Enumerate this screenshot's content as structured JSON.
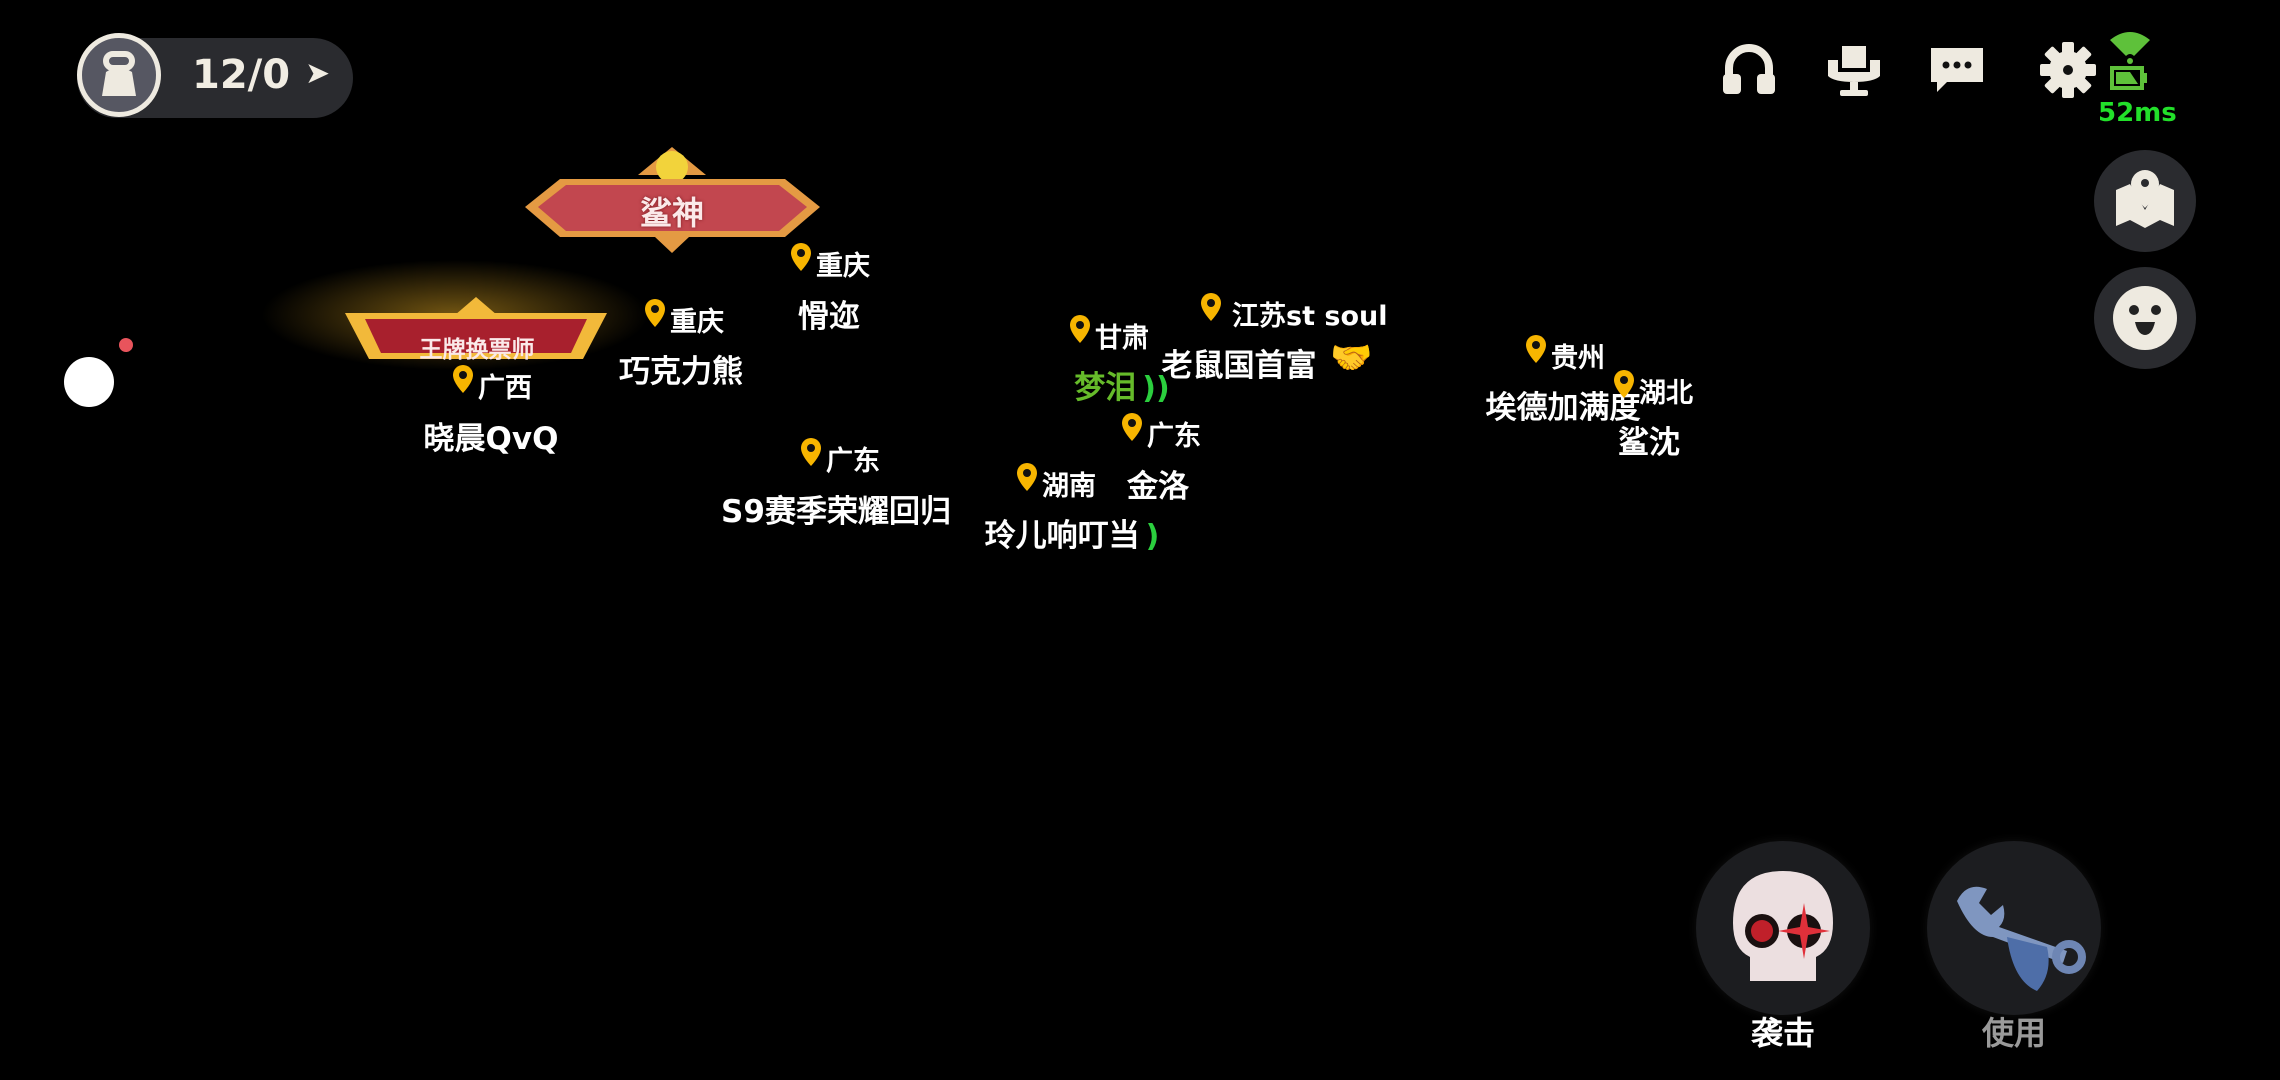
{
  "hud": {
    "score": "12/0",
    "ping": "52ms",
    "colors": {
      "ping": "#22e02a",
      "pin": "#f7b500",
      "voice": "#2bcf3e"
    }
  },
  "titles": {
    "shark_god": "鲨神",
    "ace_ticket": "王牌换票师"
  },
  "players": [
    {
      "name": "晓晨QvQ",
      "region": "广西"
    },
    {
      "name": "巧克力熊",
      "region": "重庆"
    },
    {
      "name": "愲迩",
      "region": "重庆"
    },
    {
      "name": "梦泪",
      "region": "甘肃"
    },
    {
      "name": "老鼠国首富",
      "region": "江苏st soul"
    },
    {
      "name": "金洛",
      "region": "广东"
    },
    {
      "name": "玲儿响叮当",
      "region": "湖南"
    },
    {
      "name": "S9赛季荣耀回归",
      "region": "广东"
    },
    {
      "name": "埃德加满度",
      "region": "贵州"
    },
    {
      "name": "鲨沈",
      "region": "湖北"
    }
  ],
  "actions": {
    "attack": "袭击",
    "use": "使用"
  }
}
